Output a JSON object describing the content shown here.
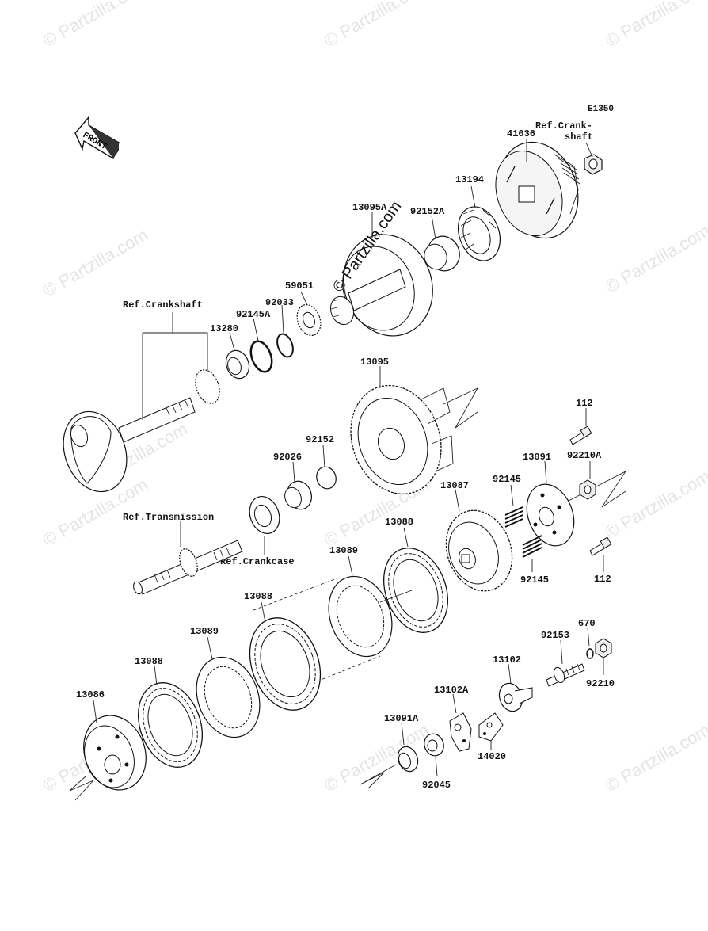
{
  "diagram": {
    "code": "E1350",
    "front_arrow_label": "FRONT",
    "center_watermark": "© Partzilla.com",
    "watermark_text": "© Partzilla.com",
    "labels": {
      "p41036": "41036",
      "ref_crank_short_1": "Ref.Crank-",
      "ref_crank_short_2": "shaft",
      "p13194": "13194",
      "p13095A": "13095A",
      "p92152A": "92152A",
      "p59051": "59051",
      "p92033": "92033",
      "p92145A": "92145A",
      "ref_crankshaft": "Ref.Crankshaft",
      "p13280": "13280",
      "p13095": "13095",
      "p112_top": "112",
      "p92152": "92152",
      "p92026": "92026",
      "p13091": "13091",
      "p92210A": "92210A",
      "p92145_top": "92145",
      "p13087": "13087",
      "ref_transmission": "Ref.Transmission",
      "ref_crankcase": "Ref.Crankcase",
      "p13088_right": "13088",
      "p13089_mid": "13089",
      "p92145_bottom": "92145",
      "p112_bottom": "112",
      "p13088_mid": "13088",
      "p670": "670",
      "p13089_left": "13089",
      "p92153": "92153",
      "p13102": "13102",
      "p92210": "92210",
      "p13088_left": "13088",
      "p13102A": "13102A",
      "p13086": "13086",
      "p13091A": "13091A",
      "p14020": "14020",
      "p92045": "92045"
    }
  }
}
